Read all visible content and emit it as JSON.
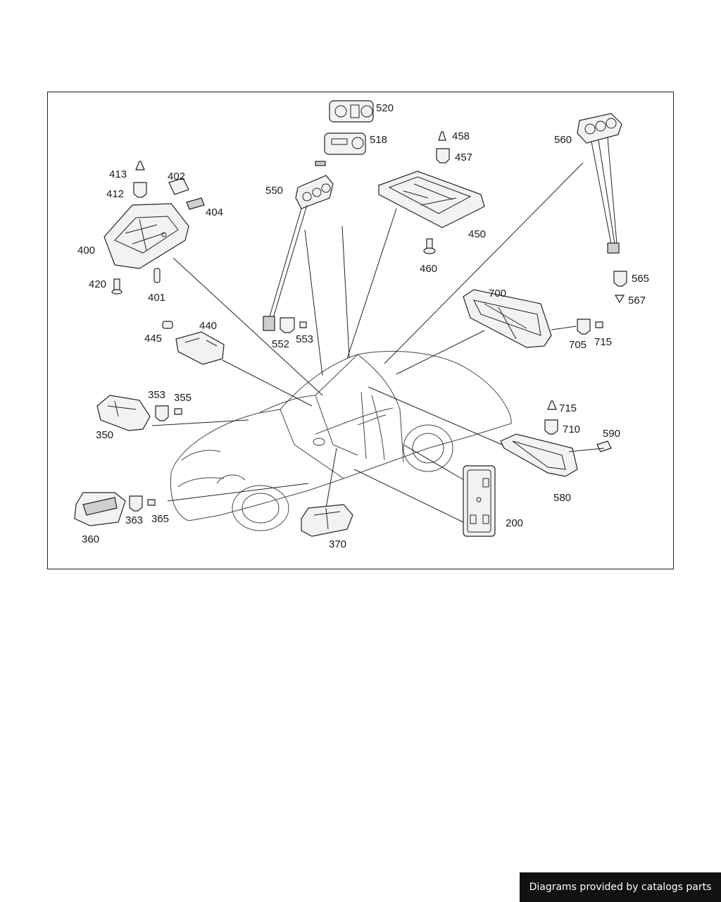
{
  "callouts": [
    {
      "id": "c520",
      "text": "520"
    },
    {
      "id": "c518",
      "text": "518"
    },
    {
      "id": "c458",
      "text": "458"
    },
    {
      "id": "c457",
      "text": "457"
    },
    {
      "id": "c560",
      "text": "560"
    },
    {
      "id": "c413",
      "text": "413"
    },
    {
      "id": "c402",
      "text": "402"
    },
    {
      "id": "c412",
      "text": "412"
    },
    {
      "id": "c404",
      "text": "404"
    },
    {
      "id": "c550",
      "text": "550"
    },
    {
      "id": "c450",
      "text": "450"
    },
    {
      "id": "c400",
      "text": "400"
    },
    {
      "id": "c460",
      "text": "460"
    },
    {
      "id": "c565",
      "text": "565"
    },
    {
      "id": "c420",
      "text": "420"
    },
    {
      "id": "c401",
      "text": "401"
    },
    {
      "id": "c567",
      "text": "567"
    },
    {
      "id": "c700",
      "text": "700"
    },
    {
      "id": "c440",
      "text": "440"
    },
    {
      "id": "c445",
      "text": "445"
    },
    {
      "id": "c552",
      "text": "552"
    },
    {
      "id": "c553",
      "text": "553"
    },
    {
      "id": "c705",
      "text": "705"
    },
    {
      "id": "c715a",
      "text": "715"
    },
    {
      "id": "c353",
      "text": "353"
    },
    {
      "id": "c355",
      "text": "355"
    },
    {
      "id": "c715b",
      "text": "715"
    },
    {
      "id": "c350",
      "text": "350"
    },
    {
      "id": "c710",
      "text": "710"
    },
    {
      "id": "c590",
      "text": "590"
    },
    {
      "id": "c580",
      "text": "580"
    },
    {
      "id": "c363",
      "text": "363"
    },
    {
      "id": "c365",
      "text": "365"
    },
    {
      "id": "c200",
      "text": "200"
    },
    {
      "id": "c360",
      "text": "360"
    },
    {
      "id": "c370",
      "text": "370"
    }
  ],
  "footer": {
    "text": "Diagrams provided by catalogs parts"
  },
  "colors": {
    "line": "#222222",
    "badge_bg": "#111111",
    "badge_text": "#ffffff"
  }
}
